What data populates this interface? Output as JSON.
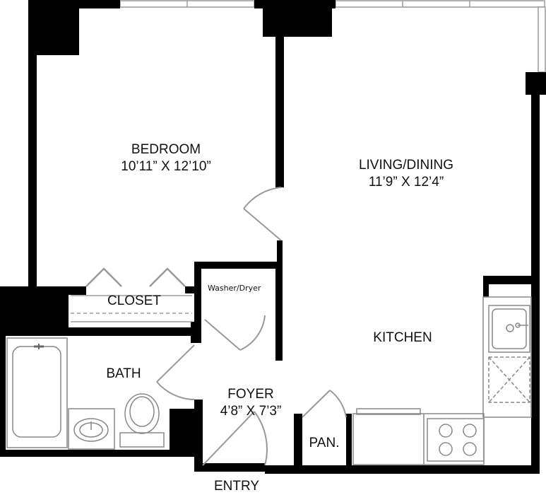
{
  "rooms": {
    "bedroom": {
      "name": "BEDROOM",
      "dims": "10’11” X 12’10”"
    },
    "living": {
      "name": "LIVING/DINING",
      "dims": "11’9” X 12’4”"
    },
    "closet": {
      "name": "CLOSET"
    },
    "washer": {
      "name": "Washer/Dryer"
    },
    "kitchen": {
      "name": "KITCHEN"
    },
    "bath": {
      "name": "BATH"
    },
    "foyer": {
      "name": "FOYER",
      "dims": "4’8” X 7’3”"
    },
    "pantry": {
      "name": "PAN."
    },
    "entry": {
      "name": "ENTRY"
    }
  },
  "colors": {
    "wall": "#000000",
    "fixture": "#777777",
    "window": "#9a9a9a",
    "floor": "#ffffff"
  }
}
